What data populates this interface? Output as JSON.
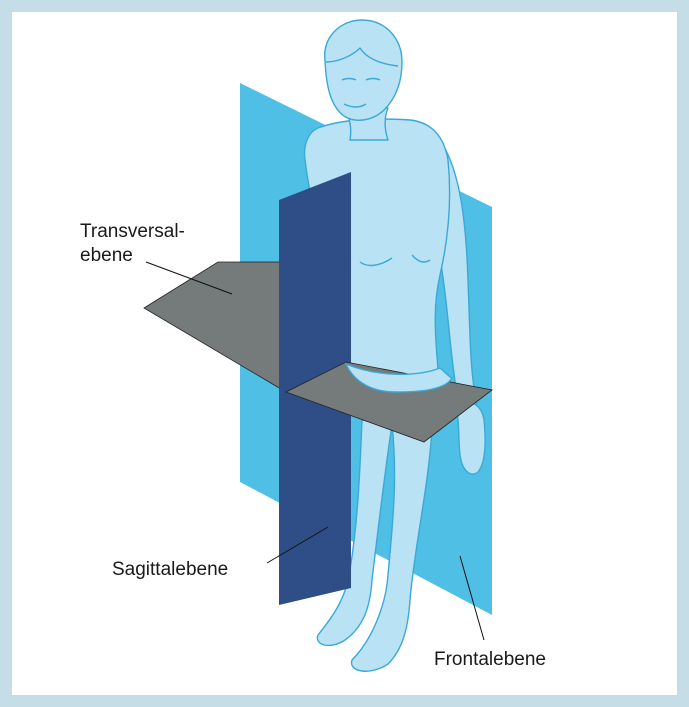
{
  "labels": {
    "transversal_line1": "Transversal-",
    "transversal_line2": "ebene",
    "sagittal": "Sagittalebene",
    "frontal": "Frontalebene"
  },
  "colors": {
    "background": "#c4dde6",
    "frontal_plane": "#4fbfe6",
    "sagittal_plane": "#2f4e88",
    "transversal_plane": "#757a7a",
    "body_fill": "#b9e2f4",
    "body_outline": "#3aa9d8"
  }
}
